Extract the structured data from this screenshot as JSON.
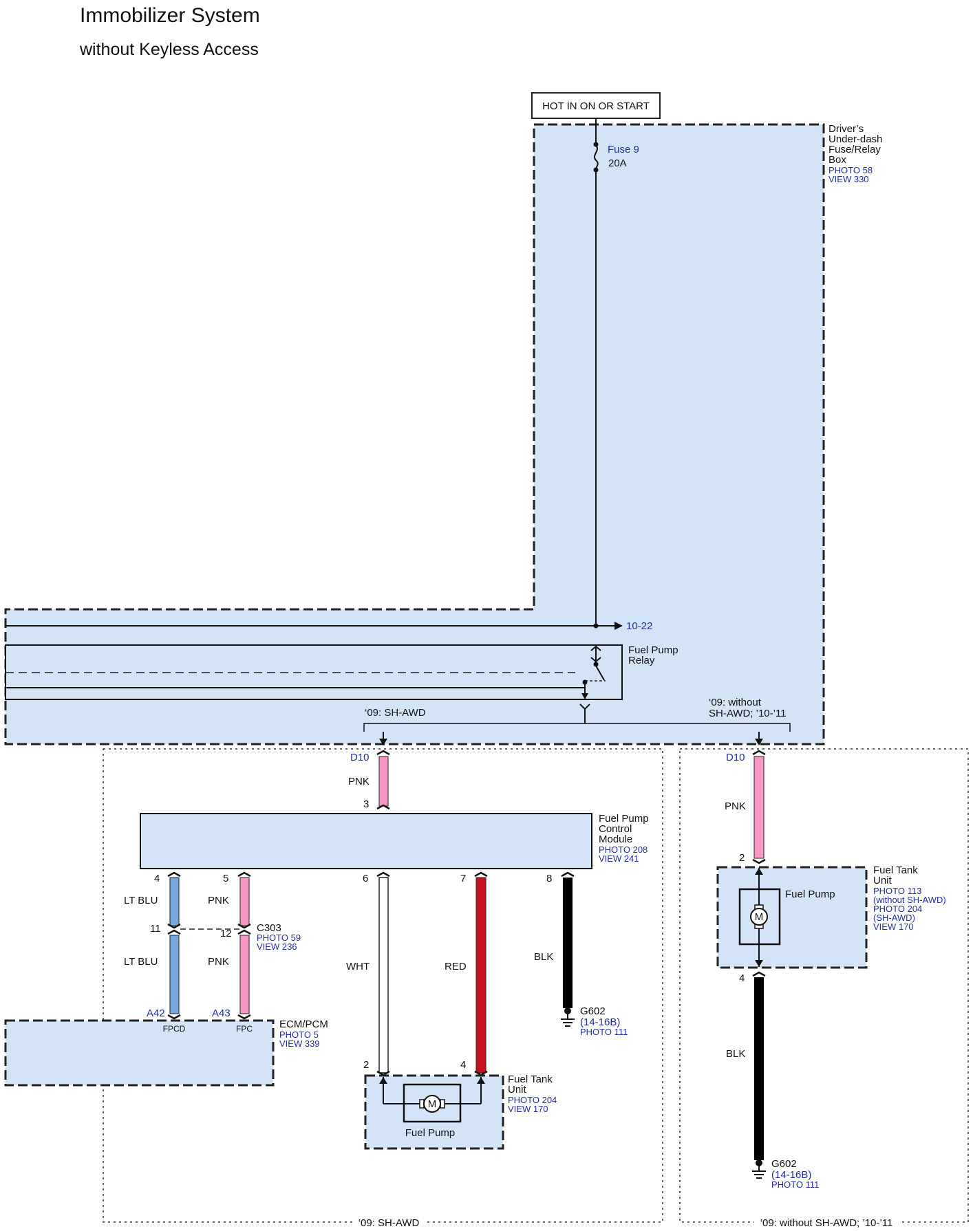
{
  "title": "Immobilizer System",
  "subtitle": "without Keyless Access",
  "power": {
    "label": "HOT IN ON OR START"
  },
  "fuse_box": {
    "name_lines": [
      "Driver’s",
      "Under-dash",
      "Fuse/Relay",
      "Box"
    ],
    "refs": [
      "PHOTO 58",
      "VIEW 330"
    ],
    "fuse_name": "Fuse 9",
    "fuse_rating": "20A"
  },
  "relay": {
    "ref": "10-22",
    "name_lines": [
      "Fuel Pump",
      "Relay"
    ]
  },
  "variants": {
    "left": "‘09: SH-AWD",
    "right_lines": [
      "‘09: without",
      "SH-AWD; ’10-’11"
    ],
    "left_bottom": "‘09: SH-AWD",
    "right_bottom": "‘09: without SH-AWD; ’10-’11"
  },
  "connectors": {
    "d10_left": "D10",
    "d10_right": "D10",
    "c303": "C303",
    "c303_refs": [
      "PHOTO 59",
      "VIEW 236"
    ],
    "a42": "A42",
    "a43": "A43"
  },
  "fpcm": {
    "name_lines": [
      "Fuel Pump",
      "Control",
      "Module"
    ],
    "refs": [
      "PHOTO 208",
      "VIEW 241"
    ],
    "pins": [
      "3",
      "4",
      "5",
      "6",
      "7",
      "8"
    ]
  },
  "ecm": {
    "name": "ECM/PCM",
    "refs": [
      "PHOTO 5",
      "VIEW 339"
    ],
    "pin_labels": [
      "FPCD",
      "FPC"
    ]
  },
  "c303_pins": [
    "11",
    "12"
  ],
  "wires": {
    "pnk_top": "PNK",
    "ltblu_1": "LT BLU",
    "ltblu_2": "LT BLU",
    "pnk_1": "PNK",
    "pnk_2": "PNK",
    "wht": "WHT",
    "red": "RED",
    "blk_left": "BLK",
    "pnk_right": "PNK",
    "blk_right": "BLK"
  },
  "ground_left": {
    "name": "G602",
    "code": "(14-16B)",
    "ref": "PHOTO 111"
  },
  "ground_right": {
    "name": "G602",
    "code": "(14-16B)",
    "ref": "PHOTO 111"
  },
  "fuel_tank_left": {
    "name_lines": [
      "Fuel Tank",
      "Unit"
    ],
    "refs": [
      "PHOTO 204",
      "VIEW 170"
    ],
    "pins": [
      "2",
      "4"
    ],
    "pump_label": "Fuel Pump",
    "motor_symbol": "M"
  },
  "fuel_tank_right": {
    "name_lines": [
      "Fuel Tank",
      "Unit"
    ],
    "refs": [
      "PHOTO 113",
      "(without SH-AWD)",
      "PHOTO 204",
      "(SH-AWD)",
      "VIEW 170"
    ],
    "pins": [
      "2",
      "4"
    ],
    "pump_label": "Fuel Pump",
    "motor_symbol": "M"
  },
  "colors": {
    "box_fill": "#d3e4f6",
    "pink": "#f596c6",
    "lt_blue": "#79a7dc",
    "red": "#c8101f",
    "black": "#000000",
    "ref_blue": "#1f2fa0"
  },
  "icons": [
    "fuse-icon",
    "relay-switch-icon",
    "arrow-right-icon",
    "ground-icon",
    "motor-icon"
  ]
}
